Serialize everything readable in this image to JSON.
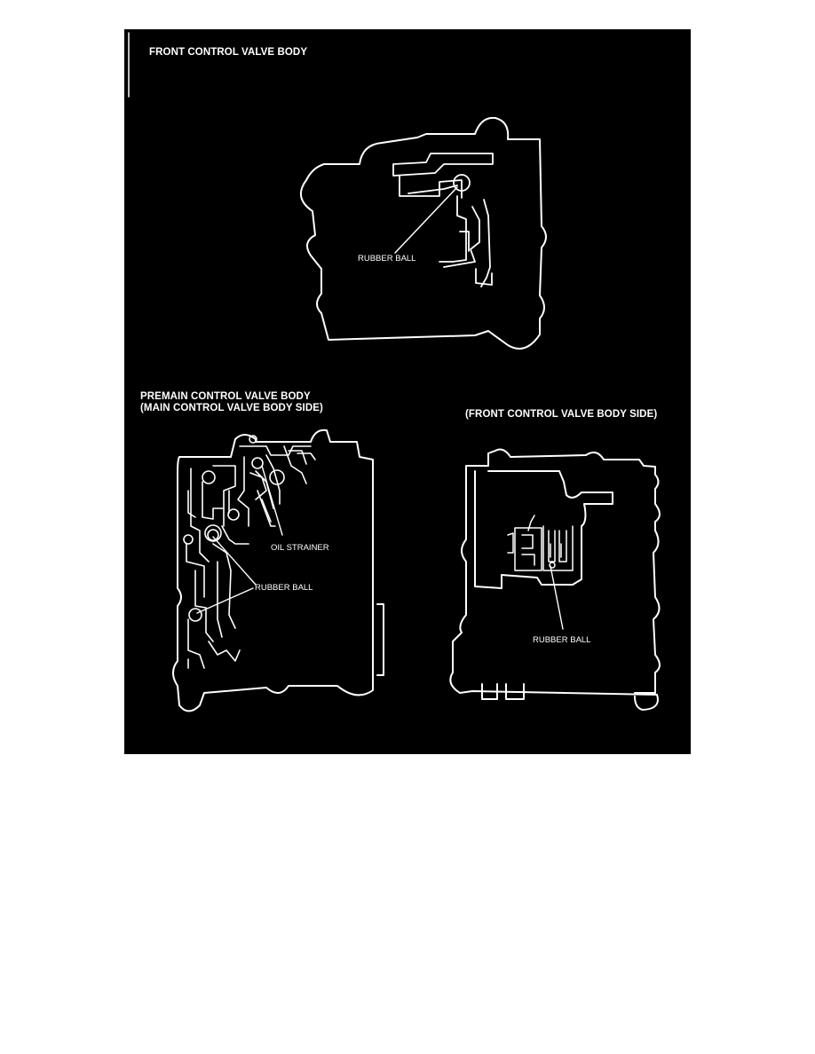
{
  "headings": {
    "front": "FRONT CONTROL VALVE BODY",
    "premain_line1": "PREMAIN CONTROL VALVE BODY",
    "premain_line2": "(MAIN CONTROL VALVE BODY SIDE)",
    "front_side": "(FRONT CONTROL VALVE BODY SIDE)"
  },
  "callouts": {
    "front_rubber_ball": "RUBBER BALL",
    "premain_oil_strainer": "OIL STRAINER",
    "premain_rubber_ball": "RUBBER BALL",
    "front_side_rubber_ball": "RUBBER BALL"
  },
  "colors": {
    "background": "#000000",
    "line": "#ffffff",
    "page": "#ffffff"
  }
}
